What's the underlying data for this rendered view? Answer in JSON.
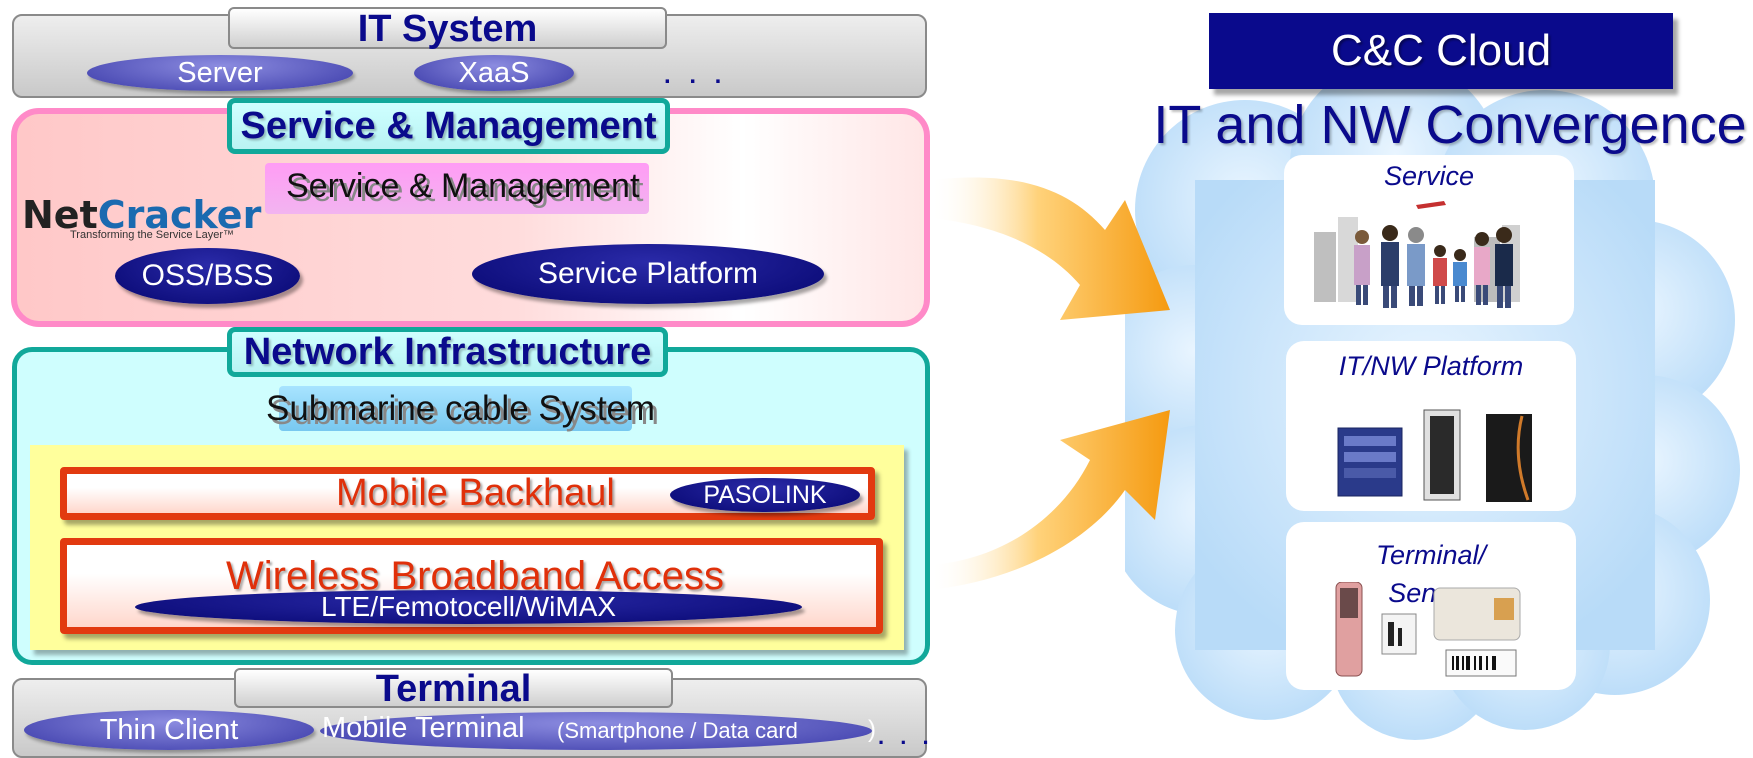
{
  "left": {
    "it_system": {
      "title": "IT System",
      "items": [
        "Server",
        "XaaS"
      ],
      "ellipsis": ". . ."
    },
    "service_management": {
      "title": "Service & Management",
      "subtitle": "Service & Management",
      "subtitle_shadow": "Service & Management",
      "logo": {
        "brand_left": "Net",
        "brand_right": "Cracker",
        "tagline": "Transforming the Service Layer™"
      },
      "items": [
        "OSS/BSS",
        "Service Platform"
      ]
    },
    "network_infrastructure": {
      "title": "Network Infrastructure",
      "submarine": "Submarine cable System",
      "submarine_shadow": "Submarine cable System",
      "mobile_backhaul": {
        "label": "Mobile Backhaul",
        "badge": "PASOLINK"
      },
      "wireless": {
        "label": "Wireless Broadband Access",
        "badge": "LTE/Femotocell/WiMAX"
      }
    },
    "terminal": {
      "title": "Terminal",
      "thin_client": "Thin Client",
      "mobile_terminal": "Mobile Terminal",
      "mobile_detail": "(Smartphone / Data card",
      "mobile_detail_end": ")",
      "ellipsis": ". . ."
    }
  },
  "right": {
    "banner": "C&C Cloud",
    "headline": "IT and NW Convergence",
    "panels": [
      {
        "title": "Service"
      },
      {
        "title": "IT/NW Platform"
      },
      {
        "title": "Terminal/ Sensor"
      }
    ]
  },
  "colors": {
    "navy": "#0a0a8c",
    "teal_border": "#11a89a",
    "pink_border": "#ff8ac8",
    "red_border": "#e23a10",
    "arrow": "#f5a01c",
    "cloud": "#c6e3fb"
  }
}
